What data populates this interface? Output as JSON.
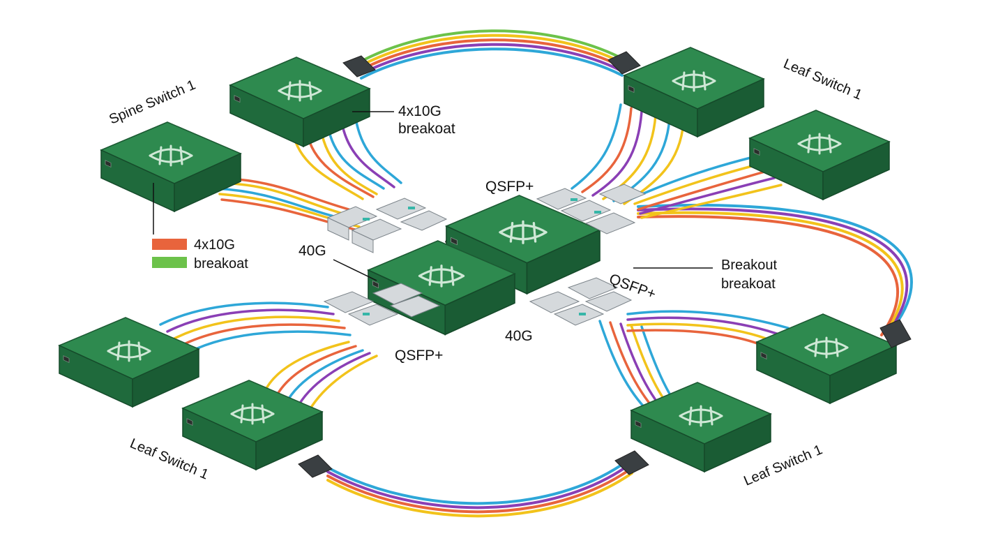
{
  "diagram": {
    "labels": {
      "spine_switch": "Spine Switch 1",
      "leaf_top_right": "Leaf Switch 1",
      "leaf_bottom_left": "Leaf Switch 1",
      "leaf_bottom_right": "Leaf Switch 1",
      "breakout_top_line1": "4x10G",
      "breakout_top_line2": "breakoat",
      "legend_line1": "4x10G",
      "legend_line2": "breakoat",
      "qsfp_top": "QSFP+",
      "qsfp_right": "QSFP+",
      "qsfp_bottom": "QSFP+",
      "speed_40g_left": "40G",
      "speed_40g_bottom": "40G",
      "breakout_right_line1": "Breakout",
      "breakout_right_line2": "breakoat"
    },
    "legend": [
      {
        "label_key": "legend_line1",
        "color": "#e8643c"
      },
      {
        "label_key": "legend_line2",
        "color": "#6cc24a"
      }
    ],
    "colors": {
      "switch_body": "#2e8a4f",
      "cable_orange": "#e8643c",
      "cable_yellow": "#f2c31b",
      "cable_blue": "#2ea7d8",
      "cable_purple": "#8a3fb5",
      "cable_green": "#6cc24a",
      "transceiver": "#d5d9dc"
    }
  }
}
